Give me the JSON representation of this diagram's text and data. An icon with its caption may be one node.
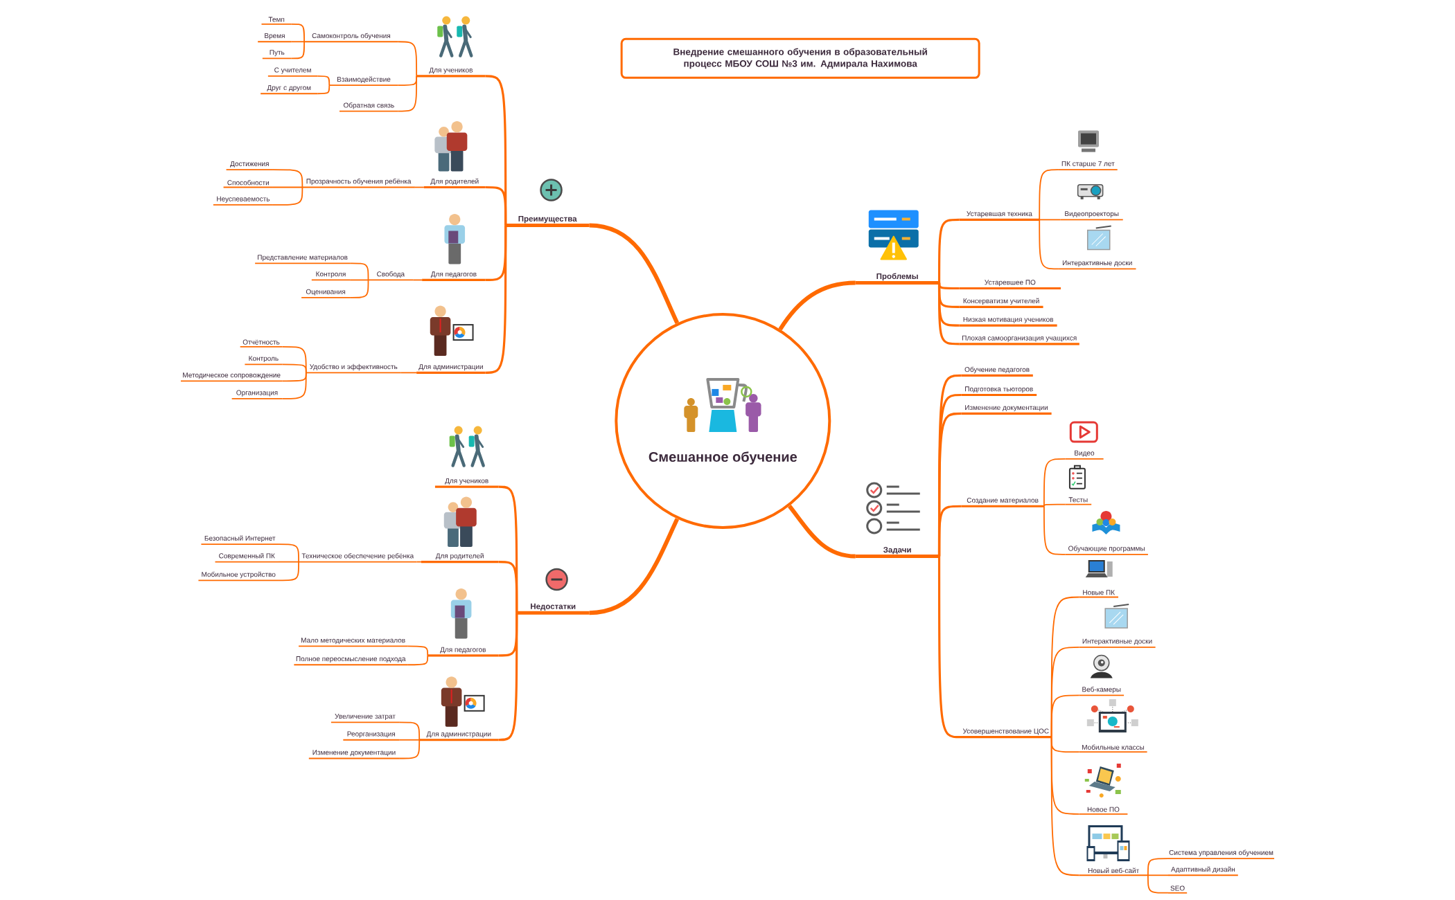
{
  "diagram": {
    "title": "Внедрение смешанного обучения в образовательный процесс МБОУ СОШ №3 им. Адмирала Нахимова",
    "nodes": [
      {
        "text": [
          "Смешанное обучение"
        ]
      },
      {
        "text": [
          "Преимущества"
        ]
      },
      {
        "text": [
          "Для учеников"
        ]
      },
      {
        "text": [
          "Самоконтроль обучения"
        ]
      },
      {
        "text": [
          "Темп"
        ]
      },
      {
        "text": [
          "Время"
        ]
      },
      {
        "text": [
          "Путь"
        ]
      },
      {
        "text": [
          "Взаимодействие"
        ]
      },
      {
        "text": [
          "С учителем"
        ]
      },
      {
        "text": [
          "Друг с другом"
        ]
      },
      {
        "text": [
          "Обратная связь"
        ]
      },
      {
        "text": [
          "Для родителей"
        ]
      },
      {
        "text": [
          "Прозрачность обучения ребёнка"
        ]
      },
      {
        "text": [
          "Достижения"
        ]
      },
      {
        "text": [
          "Способности"
        ]
      },
      {
        "text": [
          "Неуспеваемость"
        ]
      },
      {
        "text": [
          "Для педагогов"
        ]
      },
      {
        "text": [
          "Свобода"
        ]
      },
      {
        "text": [
          "Представление материалов"
        ]
      },
      {
        "text": [
          "Контроля"
        ]
      },
      {
        "text": [
          "Оценивания"
        ]
      },
      {
        "text": [
          "Для администрации"
        ]
      },
      {
        "text": [
          "Удобство и эффективность"
        ]
      },
      {
        "text": [
          "Отчётность"
        ]
      },
      {
        "text": [
          "Контроль"
        ]
      },
      {
        "text": [
          "Методическое сопровождение"
        ]
      },
      {
        "text": [
          "Организация"
        ]
      },
      {
        "text": [
          "Недостатки"
        ]
      },
      {
        "text": [
          "Для учеников"
        ]
      },
      {
        "text": [
          "Для родителей"
        ]
      },
      {
        "text": [
          "Техническое обеспечение ребёнка"
        ]
      },
      {
        "text": [
          "Безопасный Интернет"
        ]
      },
      {
        "text": [
          "Современный ПК"
        ]
      },
      {
        "text": [
          "Мобильное устройство"
        ]
      },
      {
        "text": [
          "Для педагогов"
        ]
      },
      {
        "text": [
          "Мало методических материалов"
        ]
      },
      {
        "text": [
          "Полное переосмысление подхода"
        ]
      },
      {
        "text": [
          "Для администрации"
        ]
      },
      {
        "text": [
          "Увеличение затрат"
        ]
      },
      {
        "text": [
          "Реорганизация"
        ]
      },
      {
        "text": [
          "Изменение документации"
        ]
      },
      {
        "text": [
          "Проблемы"
        ]
      },
      {
        "text": [
          "Устаревшая техника"
        ]
      },
      {
        "text": [
          "ПК старше 7 лет"
        ]
      },
      {
        "text": [
          "Видеопроекторы"
        ]
      },
      {
        "text": [
          "Интерактивные доски"
        ]
      },
      {
        "text": [
          "Устаревшее ПО"
        ]
      },
      {
        "text": [
          "Консерватизм учителей"
        ]
      },
      {
        "text": [
          "Низкая мотивация учеников"
        ]
      },
      {
        "text": [
          "Плохая самоорганизация учащихся"
        ]
      },
      {
        "text": [
          "Задачи"
        ]
      },
      {
        "text": [
          "Обучение педагогов"
        ]
      },
      {
        "text": [
          "Подготовка тьюторов"
        ]
      },
      {
        "text": [
          "Изменение документации"
        ]
      },
      {
        "text": [
          "Создание материалов"
        ]
      },
      {
        "text": [
          "Видео"
        ]
      },
      {
        "text": [
          "Тесты"
        ]
      },
      {
        "text": [
          "Обучающие программы"
        ]
      },
      {
        "text": [
          "Усовершенствование ЦОС"
        ]
      },
      {
        "text": [
          "Новые ПК"
        ]
      },
      {
        "text": [
          "Интерактивные доски"
        ]
      },
      {
        "text": [
          "Веб-камеры"
        ]
      },
      {
        "text": [
          "Мобильные классы"
        ]
      },
      {
        "text": [
          "Новое ПО"
        ]
      },
      {
        "text": [
          "Новый веб-сайт"
        ]
      },
      {
        "text": [
          "Система управления обучением"
        ]
      },
      {
        "text": [
          "Адаптивный дизайн"
        ]
      },
      {
        "text": [
          "SEO"
        ]
      }
    ],
    "edges": [
      {
        "from": 0,
        "to": 1,
        "arrow": "none",
        "style": "thick"
      },
      {
        "from": 0,
        "to": 27,
        "arrow": "none",
        "style": "thick"
      },
      {
        "from": 0,
        "to": 41,
        "arrow": "none",
        "style": "thick"
      },
      {
        "from": 0,
        "to": 50,
        "arrow": "none",
        "style": "thick"
      },
      {
        "from": 1,
        "to": 2,
        "arrow": "none"
      },
      {
        "from": 2,
        "to": 3,
        "arrow": "none"
      },
      {
        "from": 3,
        "to": 4,
        "arrow": "none"
      },
      {
        "from": 3,
        "to": 5,
        "arrow": "none"
      },
      {
        "from": 3,
        "to": 6,
        "arrow": "none"
      },
      {
        "from": 2,
        "to": 7,
        "arrow": "none"
      },
      {
        "from": 7,
        "to": 8,
        "arrow": "none"
      },
      {
        "from": 7,
        "to": 9,
        "arrow": "none"
      },
      {
        "from": 2,
        "to": 10,
        "arrow": "none"
      },
      {
        "from": 1,
        "to": 11,
        "arrow": "none"
      },
      {
        "from": 11,
        "to": 12,
        "arrow": "none"
      },
      {
        "from": 12,
        "to": 13,
        "arrow": "none"
      },
      {
        "from": 12,
        "to": 14,
        "arrow": "none"
      },
      {
        "from": 12,
        "to": 15,
        "arrow": "none"
      },
      {
        "from": 1,
        "to": 16,
        "arrow": "none"
      },
      {
        "from": 16,
        "to": 17,
        "arrow": "none"
      },
      {
        "from": 17,
        "to": 18,
        "arrow": "none"
      },
      {
        "from": 17,
        "to": 19,
        "arrow": "none"
      },
      {
        "from": 17,
        "to": 20,
        "arrow": "none"
      },
      {
        "from": 1,
        "to": 21,
        "arrow": "none"
      },
      {
        "from": 21,
        "to": 22,
        "arrow": "none"
      },
      {
        "from": 22,
        "to": 23,
        "arrow": "none"
      },
      {
        "from": 22,
        "to": 24,
        "arrow": "none"
      },
      {
        "from": 22,
        "to": 25,
        "arrow": "none"
      },
      {
        "from": 22,
        "to": 26,
        "arrow": "none"
      },
      {
        "from": 27,
        "to": 28,
        "arrow": "none"
      },
      {
        "from": 27,
        "to": 29,
        "arrow": "none"
      },
      {
        "from": 29,
        "to": 30,
        "arrow": "none"
      },
      {
        "from": 30,
        "to": 31,
        "arrow": "none"
      },
      {
        "from": 30,
        "to": 32,
        "arrow": "none"
      },
      {
        "from": 30,
        "to": 33,
        "arrow": "none"
      },
      {
        "from": 27,
        "to": 34,
        "arrow": "none"
      },
      {
        "from": 34,
        "to": 35,
        "arrow": "none"
      },
      {
        "from": 34,
        "to": 36,
        "arrow": "none"
      },
      {
        "from": 27,
        "to": 37,
        "arrow": "none"
      },
      {
        "from": 37,
        "to": 38,
        "arrow": "none"
      },
      {
        "from": 37,
        "to": 39,
        "arrow": "none"
      },
      {
        "from": 37,
        "to": 40,
        "arrow": "none"
      },
      {
        "from": 41,
        "to": 42,
        "arrow": "none"
      },
      {
        "from": 42,
        "to": 43,
        "arrow": "none"
      },
      {
        "from": 42,
        "to": 44,
        "arrow": "none"
      },
      {
        "from": 42,
        "to": 45,
        "arrow": "none"
      },
      {
        "from": 41,
        "to": 46,
        "arrow": "none"
      },
      {
        "from": 41,
        "to": 47,
        "arrow": "none"
      },
      {
        "from": 41,
        "to": 48,
        "arrow": "none"
      },
      {
        "from": 41,
        "to": 49,
        "arrow": "none"
      },
      {
        "from": 50,
        "to": 51,
        "arrow": "none"
      },
      {
        "from": 50,
        "to": 52,
        "arrow": "none"
      },
      {
        "from": 50,
        "to": 53,
        "arrow": "none"
      },
      {
        "from": 50,
        "to": 54,
        "arrow": "none"
      },
      {
        "from": 54,
        "to": 55,
        "arrow": "none"
      },
      {
        "from": 54,
        "to": 56,
        "arrow": "none"
      },
      {
        "from": 54,
        "to": 57,
        "arrow": "none"
      },
      {
        "from": 50,
        "to": 58,
        "arrow": "none"
      },
      {
        "from": 58,
        "to": 59,
        "arrow": "none"
      },
      {
        "from": 58,
        "to": 60,
        "arrow": "none"
      },
      {
        "from": 58,
        "to": 61,
        "arrow": "none"
      },
      {
        "from": 58,
        "to": 62,
        "arrow": "none"
      },
      {
        "from": 58,
        "to": 63,
        "arrow": "none"
      },
      {
        "from": 58,
        "to": 64,
        "arrow": "none"
      },
      {
        "from": 64,
        "to": 65,
        "arrow": "none"
      },
      {
        "from": 64,
        "to": 66,
        "arrow": "none"
      },
      {
        "from": 64,
        "to": 67,
        "arrow": "none"
      }
    ]
  }
}
